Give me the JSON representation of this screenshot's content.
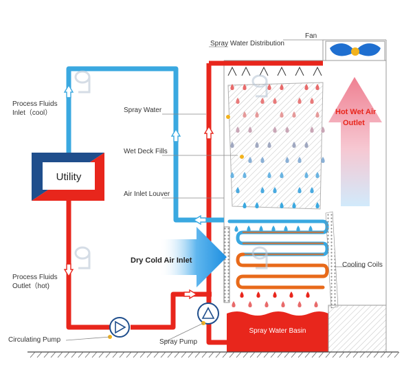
{
  "labels": {
    "fan": "Fan",
    "spray_water_distribution": "Spray Water Distribution",
    "process_inlet_line1": "Process Fluids",
    "process_inlet_line2": "Inlet（cool）",
    "spray_water": "Spray Water",
    "wet_deck_fills": "Wet Deck Fills",
    "utility": "Utility",
    "air_inlet_louver": "Air Inlet Louver",
    "dry_cold_air_inlet": "Dry Cold Air Inlet",
    "process_outlet_line1": "Process Fluids",
    "process_outlet_line2": "Outlet（hot)",
    "cooling_coils": "Cooling Coils",
    "hot_wet_air_line1": "Hot Wet Air",
    "hot_wet_air_line2": "Outlet",
    "circulating_pump": "Circulating Pump",
    "spray_pump": "Spray Pump",
    "spray_water_basin": "Spray Water Basin"
  },
  "colors": {
    "hot_pipe": "#e8261c",
    "cool_pipe": "#3aa8e0",
    "dark_blue": "#1f4e8c",
    "coil_hot": "#e86a1a",
    "coil_cool": "#3aa8e0",
    "basin": "#e8261c",
    "air_arrow": "#2f9be6",
    "hot_air": "#f08a9a"
  },
  "icons": [
    "fan-icon",
    "pump-icon",
    "flow-arrow-icon",
    "droplet-icon",
    "watermark-icon"
  ]
}
